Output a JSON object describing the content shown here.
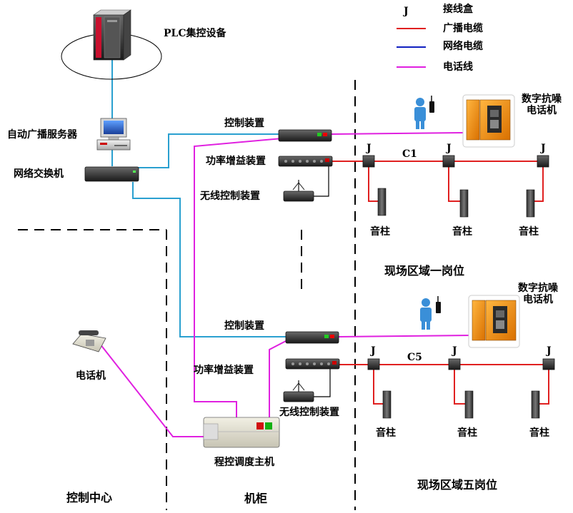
{
  "legend": {
    "junction_symbol": "J",
    "junction_label": "接线盒",
    "broadcast_cable_label": "广播电缆",
    "network_cable_label": "网络电缆",
    "phone_line_label": "电话线"
  },
  "colors": {
    "broadcast_cable": "#e02020",
    "network_cable": "#1020c0",
    "network_wire": "#2aa0d0",
    "phone_line": "#e020e0"
  },
  "plc_label": "PLC集控设备",
  "server_label": "自动广播服务器",
  "switch_label": "网络交换机",
  "phone_label": "电话机",
  "exchange_label": "程控调度主机",
  "zone_labels": {
    "control_center": "控制中心",
    "cabinet": "机柜",
    "zone1": "现场区域一岗位",
    "zone5": "现场区域五岗位"
  },
  "zone1": {
    "control_device": "控制装置",
    "amplifier": "功率增益装置",
    "wireless": "无线控制装置",
    "phone_line1": "数字抗噪",
    "phone_line2": "电话机",
    "cable_label": "C1",
    "junctions": [
      "J",
      "J",
      "J"
    ],
    "speakers": [
      "音柱",
      "音柱",
      "音柱"
    ]
  },
  "zone5": {
    "control_device": "控制装置",
    "amplifier": "功率增益装置",
    "wireless": "无线控制装置",
    "phone_line1": "数字抗噪",
    "phone_line2": "电话机",
    "cable_label": "C5",
    "junctions": [
      "J",
      "J",
      "J"
    ],
    "speakers": [
      "音柱",
      "音柱",
      "音柱"
    ]
  }
}
